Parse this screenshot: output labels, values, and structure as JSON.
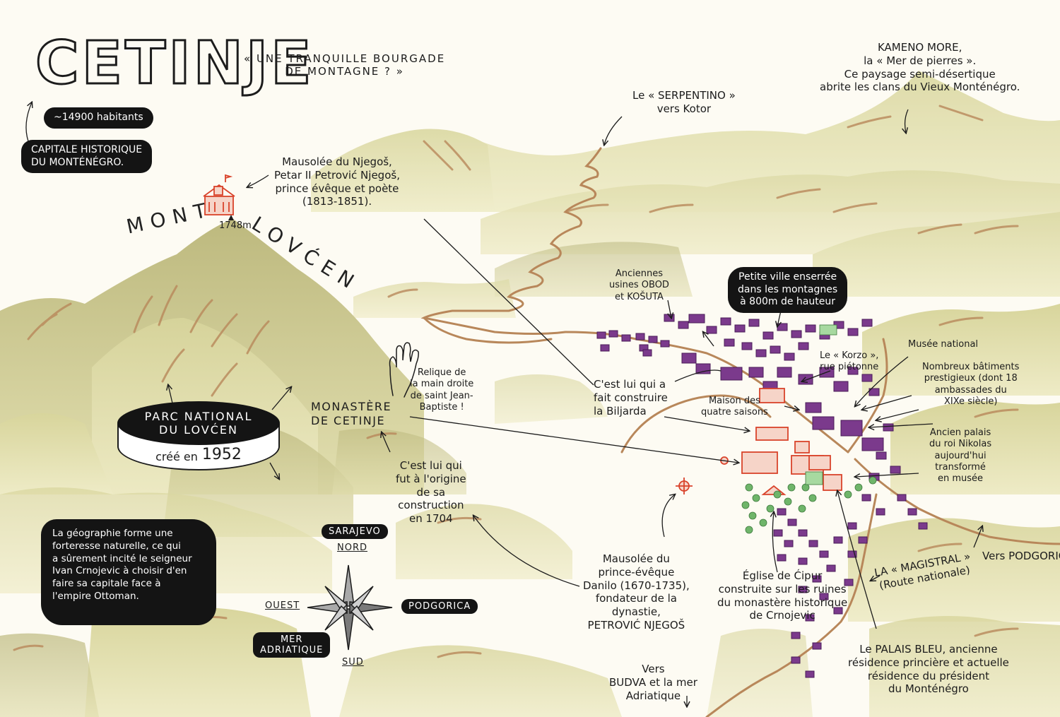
{
  "title": "CETINJE",
  "subtitle": "« UNE TRANQUILLE BOURGADE\nDE MONTAGNE ? »",
  "population": "~14900 habitants",
  "capital_note": "CAPITALE HISTORIQUE\nDU MONTÉNÉGRO.",
  "mountain": {
    "name_part1": "MONT",
    "name_part2": "LOVĆEN",
    "altitude": "1748m"
  },
  "mausoleum_njegos": "Mausolée du Njegoš,\nPetar II Petrović Njegoš,\nprince évêque et poète\n(1813-1851).",
  "serpentino": "Le « SERPENTINO »\nvers Kotor",
  "kameno_more": "KAMENO MORE,\nla « Mer de pierres ».\nCe paysage semi-désertique\nabrite les clans du Vieux Monténégro.",
  "national_park": {
    "name": "PARC NATIONAL\nDU LOVĆEN",
    "created_label": "créé en",
    "year": "1952"
  },
  "relic": "Relique de\nla main droite\nde saint Jean-\nBaptiste !",
  "monastery": "MONASTÈRE\nDE CETINJE",
  "monastery_origin": "C'est lui qui\nfut à l'origine\nde sa\nconstruction\nen 1704",
  "biljarda": "C'est lui qui a\nfait construire\nla Biljarda",
  "obod": "Anciennes\nusines OBOD\net KOŠUTA",
  "small_town": "Petite ville enserrée\ndans les montagnes\nà 800m de hauteur",
  "korzo": "Le « Korzo »,\nrue piétonne",
  "national_museum": "Musée national",
  "buildings": "Nombreux bâtiments\nprestigieux (dont 18\nambassades du\nXIXe siècle)",
  "four_seasons": "Maison des\nquatre saisons",
  "king_palace": "Ancien palais\ndu roi Nikolas\naujourd'hui\ntransformé\nen musée",
  "geography_note": "La géographie forme une\nforteresse naturelle, ce qui\na sûrement incité le seigneur\nIvan Crnojevic à choisir d'en\nfaire sa capitale face à\nl'empire Ottoman.",
  "compass": {
    "north": "NORD",
    "south": "SUD",
    "west": "OUEST",
    "north_dest": "SARAJEVO",
    "east_dest": "PODGORICA",
    "southwest_dest": "MER\nADRIATIQUE"
  },
  "mausoleum_danilo": "Mausolée du\nprince-évêque\nDanilo (1670-1735),\nfondateur de la\ndynastie,\nPETROVIĆ NJEGOŠ",
  "cipur": "Église de Ćipur\nconstruite sur les ruines\ndu monastère historique\nde Crnojevic",
  "magistral": "LA « MAGISTRAL »\n(Route nationale)",
  "to_podgorica": "Vers PODGORICA",
  "to_budva": "Vers\nBUDVA et la mer\nAdriatique",
  "blue_palace": "Le PALAIS BLEU, ancienne\nrésidence princière et actuelle\nrésidence du président\ndu Monténégro",
  "colors": {
    "hill_light": "#e9e6b8",
    "hill_mid": "#d6d49a",
    "hill_dark": "#b9b679",
    "road": "#b8875a",
    "house_purple": "#7b3a8c",
    "landmark_red": "#d9432b",
    "tree_green": "#5aa558",
    "ink": "#1c1c1c"
  },
  "icons": [
    "mausoleum-icon",
    "summit-triangle-icon",
    "hand-icon",
    "compass-rose-icon",
    "arrow-icon",
    "house-icon",
    "tree-icon"
  ]
}
